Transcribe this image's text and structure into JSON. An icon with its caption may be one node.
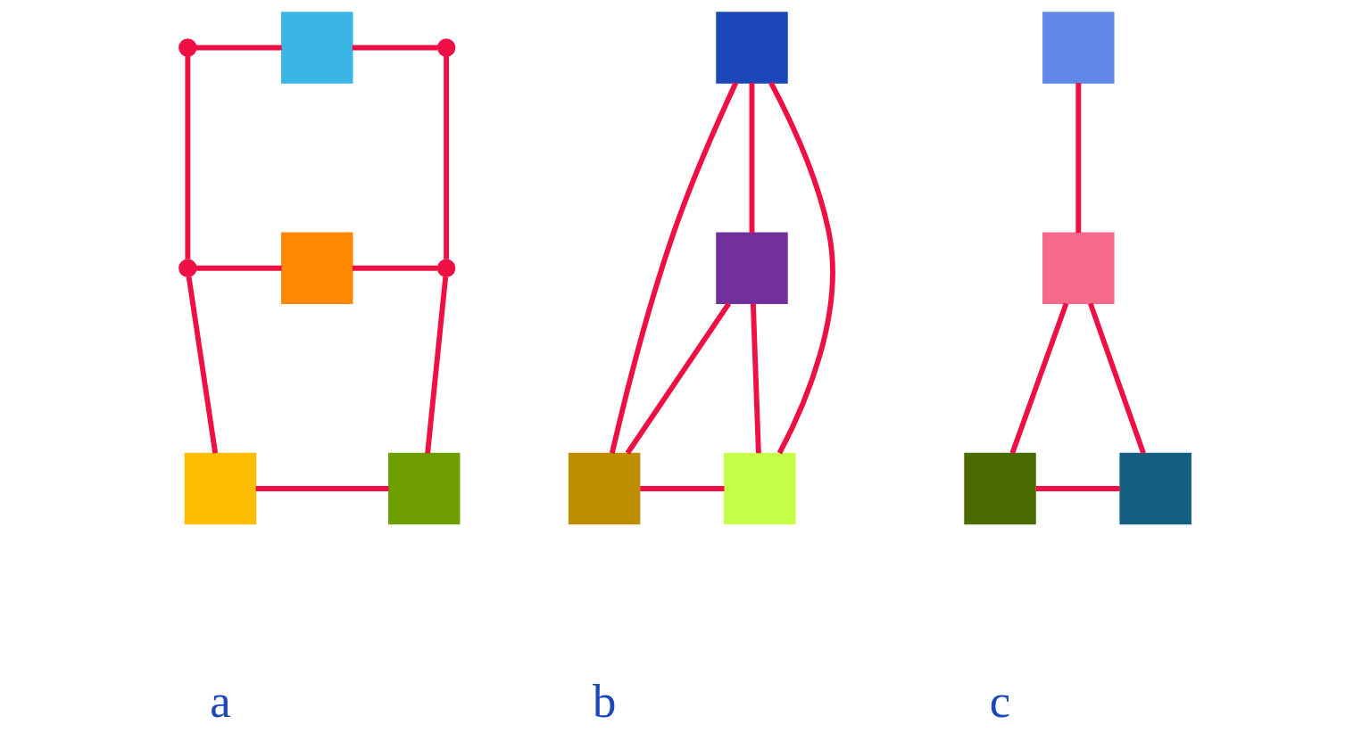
{
  "diagram": {
    "nodes": [
      {
        "text": [],
        "shape": "circle"
      },
      {
        "text": [],
        "shape": "box"
      },
      {
        "text": [],
        "shape": "circle"
      },
      {
        "text": [],
        "shape": "circle"
      },
      {
        "text": [],
        "shape": "box"
      },
      {
        "text": [],
        "shape": "circle"
      },
      {
        "text": [],
        "shape": "box"
      },
      {
        "text": [],
        "shape": "box"
      },
      {
        "text": [],
        "shape": "box"
      },
      {
        "text": [],
        "shape": "box"
      },
      {
        "text": [],
        "shape": "box"
      },
      {
        "text": [],
        "shape": "box"
      },
      {
        "text": [],
        "shape": "box"
      },
      {
        "text": [],
        "shape": "box"
      },
      {
        "text": [],
        "shape": "box"
      },
      {
        "text": [],
        "shape": "box"
      }
    ],
    "edges": [
      {
        "from": 0,
        "to": 1,
        "arrow": "none"
      },
      {
        "from": 1,
        "to": 2,
        "arrow": "none"
      },
      {
        "from": 0,
        "to": 3,
        "arrow": "none"
      },
      {
        "from": 2,
        "to": 5,
        "arrow": "none"
      },
      {
        "from": 3,
        "to": 4,
        "arrow": "none"
      },
      {
        "from": 4,
        "to": 5,
        "arrow": "none"
      },
      {
        "from": 3,
        "to": 6,
        "arrow": "none"
      },
      {
        "from": 5,
        "to": 7,
        "arrow": "none"
      },
      {
        "from": 6,
        "to": 7,
        "arrow": "none"
      },
      {
        "from": 8,
        "to": 9,
        "arrow": "none"
      },
      {
        "from": 8,
        "to": 10,
        "arrow": "none"
      },
      {
        "from": 8,
        "to": 11,
        "arrow": "none"
      },
      {
        "from": 9,
        "to": 10,
        "arrow": "none"
      },
      {
        "from": 9,
        "to": 11,
        "arrow": "none"
      },
      {
        "from": 10,
        "to": 11,
        "arrow": "none"
      },
      {
        "from": 12,
        "to": 13,
        "arrow": "none"
      },
      {
        "from": 13,
        "to": 14,
        "arrow": "none"
      },
      {
        "from": 13,
        "to": 15,
        "arrow": "none"
      },
      {
        "from": 14,
        "to": 15,
        "arrow": "none"
      }
    ],
    "labels": [
      "a",
      "b",
      "c"
    ]
  }
}
